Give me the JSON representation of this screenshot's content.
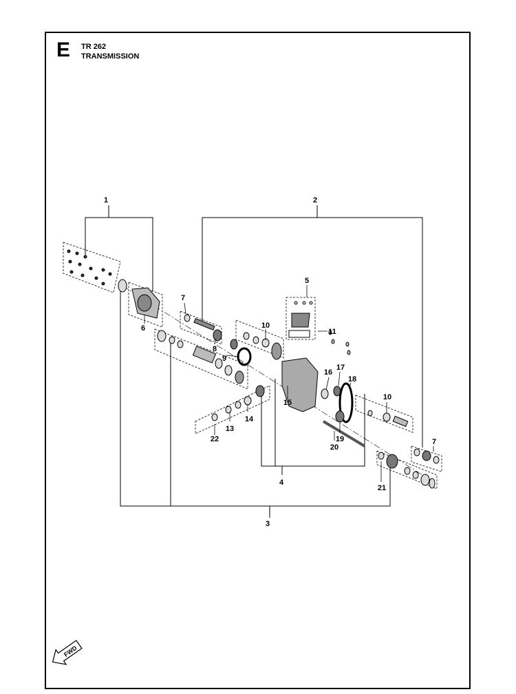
{
  "header": {
    "section_letter": "E",
    "model": "TR 262",
    "title": "TRANSMISSION"
  },
  "fwd_label": "FWD",
  "callouts": {
    "c1": "1",
    "c2": "2",
    "c3": "3",
    "c4": "4",
    "c5": "5",
    "c6": "6",
    "c7a": "7",
    "c7b": "7",
    "c8": "8",
    "c9": "9",
    "c10a": "10",
    "c10b": "10",
    "c11": "11",
    "c13": "13",
    "c14": "14",
    "c15": "15",
    "c16": "16",
    "c17": "17",
    "c18": "18",
    "c19": "19",
    "c20": "20",
    "c21": "21",
    "c22": "22"
  }
}
